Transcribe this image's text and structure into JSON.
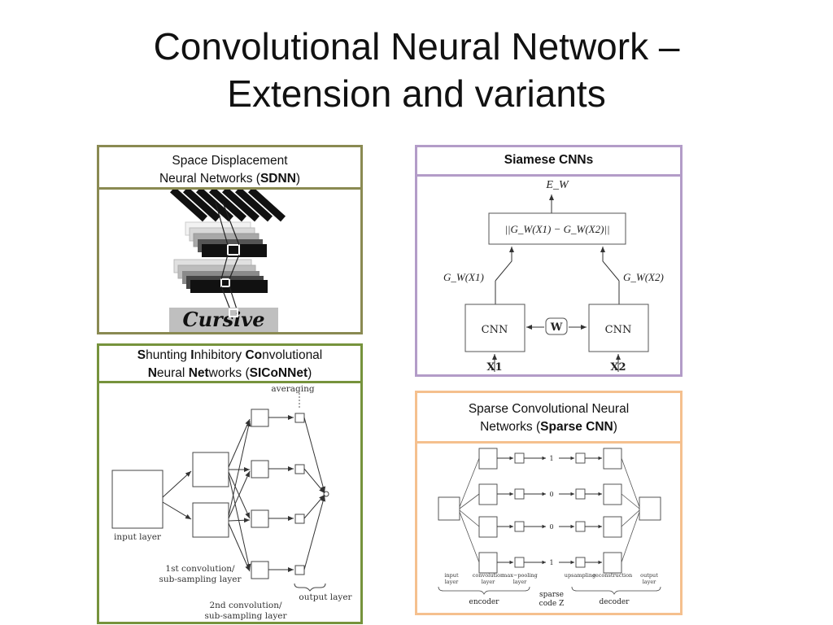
{
  "slide": {
    "title_line1": "Convolutional Neural Network –",
    "title_line2": "Extension and variants"
  },
  "sdnn": {
    "line1": "Space Displacement",
    "line2_prefix": "Neural Networks (",
    "line2_bold": "SDNN",
    "line2_suffix": ")",
    "image_word": "Cursive",
    "border_color": "#8a8a52"
  },
  "siamese": {
    "title": "Siamese CNNs",
    "energy_label": "E_W",
    "distance_formula": "||G_W(X1) − G_W(X2)||",
    "left_output": "G_W(X1)",
    "right_output": "G_W(X2)",
    "left_box": "CNN",
    "right_box": "CNN",
    "shared_weights": "W",
    "left_input": "X1",
    "right_input": "X2",
    "border_color": "#b39cc8"
  },
  "siconnet": {
    "line1_parts": [
      {
        "text": "S",
        "bold": true
      },
      {
        "text": "hunting ",
        "bold": false
      },
      {
        "text": "I",
        "bold": true
      },
      {
        "text": "nhibitory ",
        "bold": false
      },
      {
        "text": "Co",
        "bold": true
      },
      {
        "text": "nvolutional",
        "bold": false
      }
    ],
    "line2_parts": [
      {
        "text": "N",
        "bold": true
      },
      {
        "text": "eural ",
        "bold": false
      },
      {
        "text": "Net",
        "bold": true
      },
      {
        "text": "works (",
        "bold": false
      },
      {
        "text": "SICoNNet",
        "bold": true
      },
      {
        "text": ")",
        "bold": false
      }
    ],
    "averaging": "averaging",
    "input_layer": "input layer",
    "conv1_line1": "1st convolution/",
    "conv1_line2": "sub-sampling layer",
    "conv2_line1": "2nd convolution/",
    "conv2_line2": "sub-sampling layer",
    "output_layer": "output layer",
    "border_color": "#76933c"
  },
  "sparse": {
    "line1": "Sparse Convolutional Neural",
    "line2_prefix": "Networks (",
    "line2_bold": "Sparse CNN",
    "line2_suffix": ")",
    "code_values": [
      "1",
      "0",
      "0",
      "1"
    ],
    "input_layer": [
      "input",
      "layer"
    ],
    "convolution_layer": [
      "convolution",
      "layer"
    ],
    "maxpool_layer": [
      "max−pooling",
      "layer"
    ],
    "upsampling": "upsampling",
    "reconstruction": "reconstruction",
    "output_layer": [
      "output",
      "layer"
    ],
    "encoder": "encoder",
    "sparse_code_line1": "sparse",
    "sparse_code_line2": "code Z",
    "decoder": "decoder",
    "border_color": "#f5c08e"
  }
}
